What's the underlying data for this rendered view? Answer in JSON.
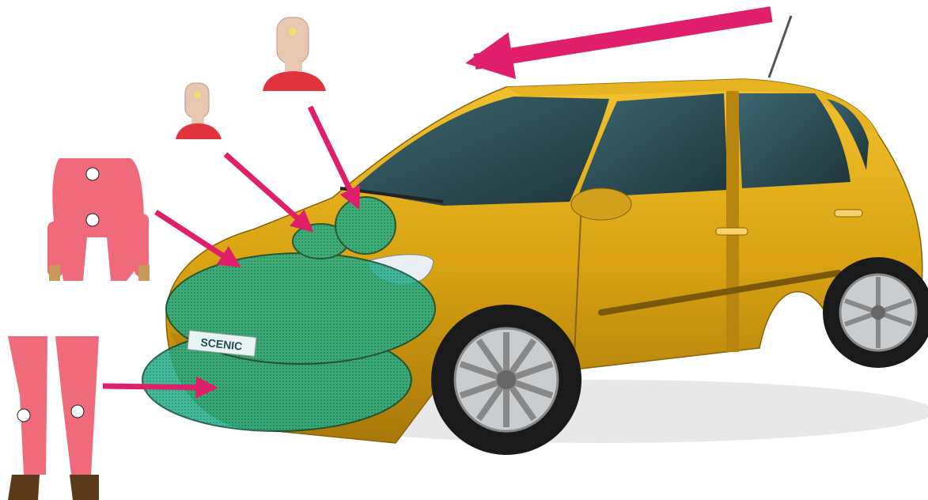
{
  "vehicle": {
    "plate_text": "SCENIC",
    "body_color": "#D9A312",
    "window_color": "#2E4F57"
  },
  "colors": {
    "arrow": "#E01F6B",
    "impact_zone": "#1FA882",
    "dummy": "#EF6B7C",
    "dummy_head": "#E8C7B0"
  },
  "impact_zones": [
    {
      "id": "adult-head"
    },
    {
      "id": "child-head"
    },
    {
      "id": "upper-leg"
    },
    {
      "id": "lower-leg"
    }
  ],
  "dummies": [
    {
      "id": "adult-head-form"
    },
    {
      "id": "child-head-form"
    },
    {
      "id": "upper-leg-form"
    },
    {
      "id": "lower-leg-form"
    }
  ],
  "arrows": [
    {
      "id": "vehicle-travel-direction"
    },
    {
      "id": "adult-head-impact"
    },
    {
      "id": "child-head-impact"
    },
    {
      "id": "upper-leg-impact"
    },
    {
      "id": "lower-leg-impact"
    }
  ]
}
